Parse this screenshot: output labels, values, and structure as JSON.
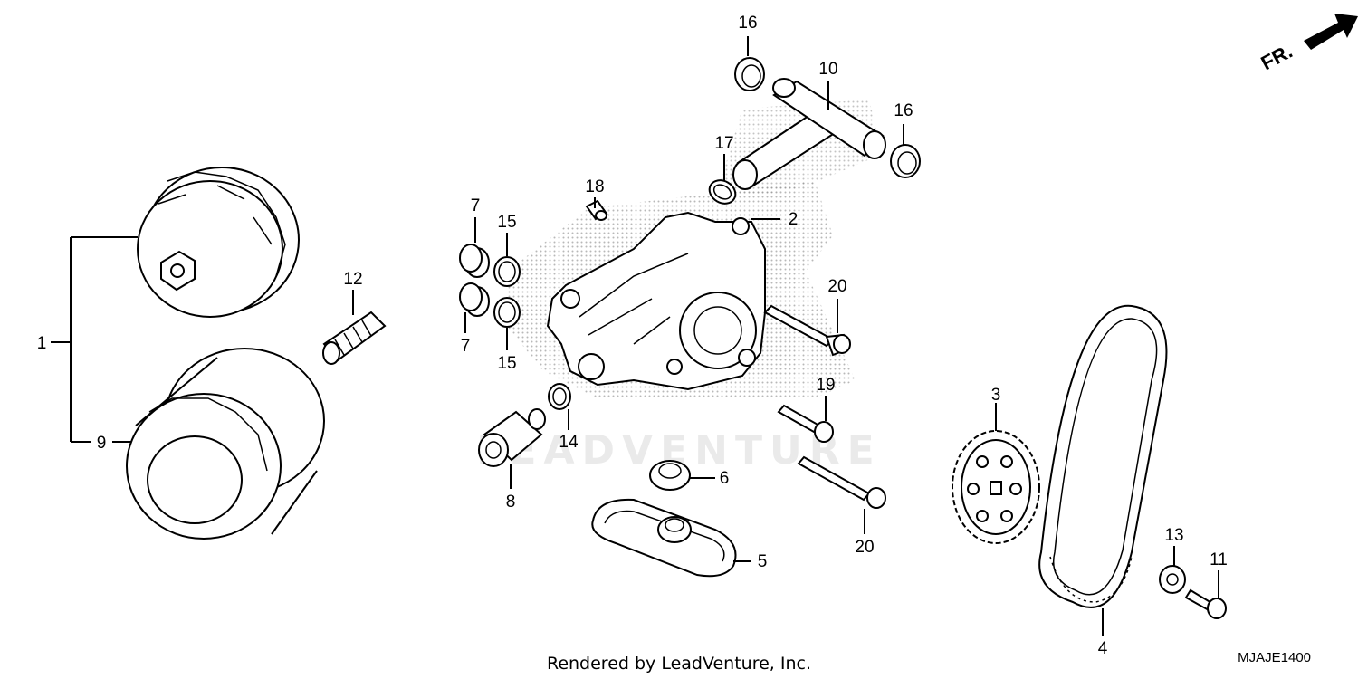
{
  "diagram": {
    "watermark": "LEADVENTURE",
    "footer": "Rendered by LeadVenture, Inc.",
    "code": "MJAJE1400",
    "direction": "FR.",
    "callouts": {
      "c1": "1",
      "c2": "2",
      "c3": "3",
      "c4": "4",
      "c5": "5",
      "c6": "6",
      "c7a": "7",
      "c7b": "7",
      "c8": "8",
      "c9": "9",
      "c10": "10",
      "c11": "11",
      "c12": "12",
      "c13": "13",
      "c14": "14",
      "c15a": "15",
      "c15b": "15",
      "c16a": "16",
      "c16b": "16",
      "c17": "17",
      "c18": "18",
      "c19": "19",
      "c20a": "20",
      "c20b": "20"
    }
  }
}
